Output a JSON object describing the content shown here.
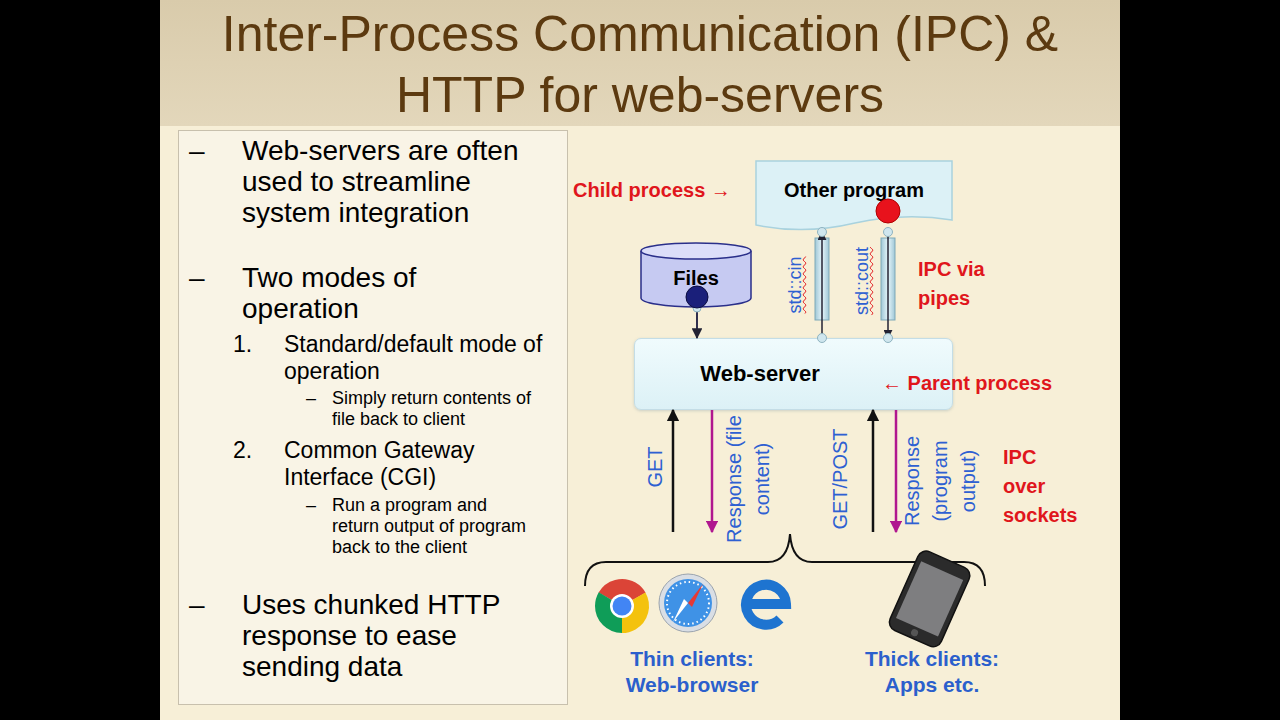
{
  "diagram": {
    "title": "Inter-Process Communication (IPC) & HTTP for web-servers",
    "nodes": [
      {
        "text": [
          "–",
          "Web-servers are often used to streamline system integration",
          "–",
          "Two modes of operation",
          "1.",
          "Standard/default mode of operation",
          "–",
          "Simply return contents of file back to client",
          "2.",
          "Common Gateway Interface (CGI)",
          "–",
          "Run a program and return output of program back to the client",
          "–",
          "Uses chunked HTTP response to ease sending data"
        ]
      },
      {
        "text": [
          "Other program"
        ]
      },
      {
        "text": [
          "Files"
        ]
      },
      {
        "text": [
          "Web-server"
        ]
      },
      {
        "text": [
          "Thin clients: Web-browser"
        ]
      },
      {
        "text": [
          "Thick clients: Apps etc."
        ]
      }
    ],
    "edges": [
      {
        "from": 3,
        "to": 1,
        "label": "std::cin",
        "arrow": "to"
      },
      {
        "from": 1,
        "to": 3,
        "label": "std::cout",
        "arrow": "to"
      },
      {
        "from": 2,
        "to": 3,
        "arrow": "to"
      },
      {
        "from": 4,
        "to": 3,
        "label": "GET",
        "arrow": "to"
      },
      {
        "from": 3,
        "to": 4,
        "label": "Response (file content)",
        "arrow": "to"
      },
      {
        "from": 5,
        "to": 3,
        "label": "GET/POST",
        "arrow": "to"
      },
      {
        "from": 3,
        "to": 5,
        "label": "Response (program output)",
        "arrow": "to"
      }
    ],
    "labels": [
      "Child process →",
      "← Parent process",
      "IPC via pipes",
      "IPC over sockets"
    ]
  }
}
